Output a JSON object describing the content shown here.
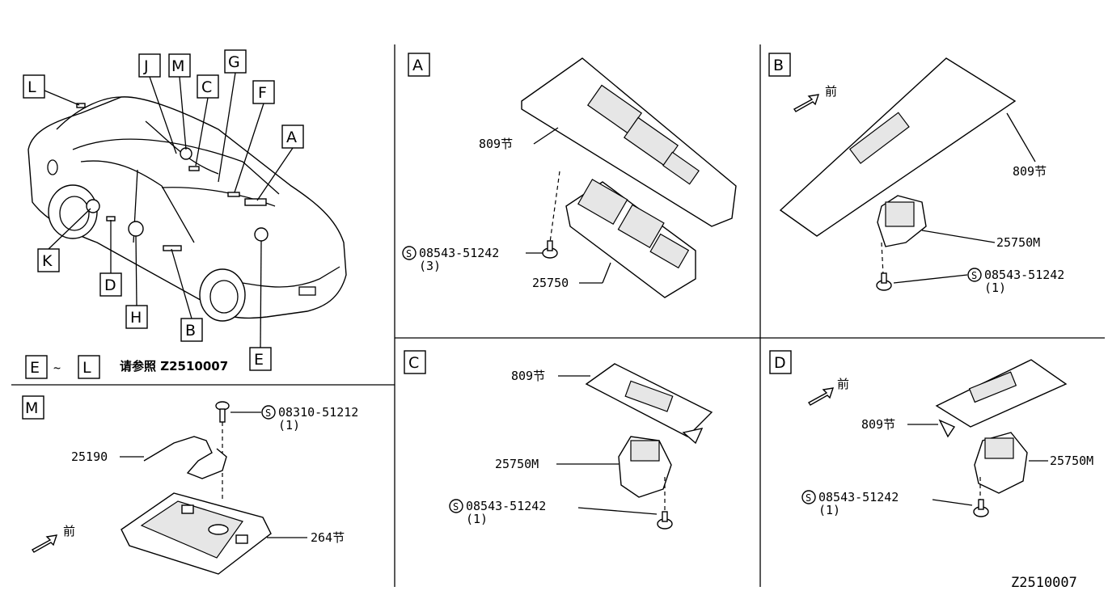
{
  "diagram_id": "Z2510007",
  "reference_note": "请参照 Z2510007",
  "range_note": {
    "from": "E",
    "tilde": "~",
    "to": "L"
  },
  "car_callouts": [
    "L",
    "J",
    "M",
    "C",
    "G",
    "F",
    "A",
    "K",
    "D",
    "H",
    "B",
    "E"
  ],
  "front_label": "前",
  "sections": {
    "A": {
      "letter": "A",
      "finisher": "809节",
      "screw": "08543-51242",
      "screw_qty": "(3)",
      "switch": "25750"
    },
    "B": {
      "letter": "B",
      "finisher": "809节",
      "screw": "08543-51242",
      "screw_qty": "(1)",
      "switch": "25750M"
    },
    "C": {
      "letter": "C",
      "finisher": "809节",
      "screw": "08543-51242",
      "screw_qty": "(1)",
      "switch": "25750M"
    },
    "D": {
      "letter": "D",
      "finisher": "809节",
      "screw": "08543-51242",
      "screw_qty": "(1)",
      "switch": "25750M"
    },
    "M": {
      "letter": "M",
      "screw": "08310-51212",
      "screw_qty": "(1)",
      "harness": "25190",
      "lamp": "264节"
    }
  },
  "screw_symbol": "S"
}
